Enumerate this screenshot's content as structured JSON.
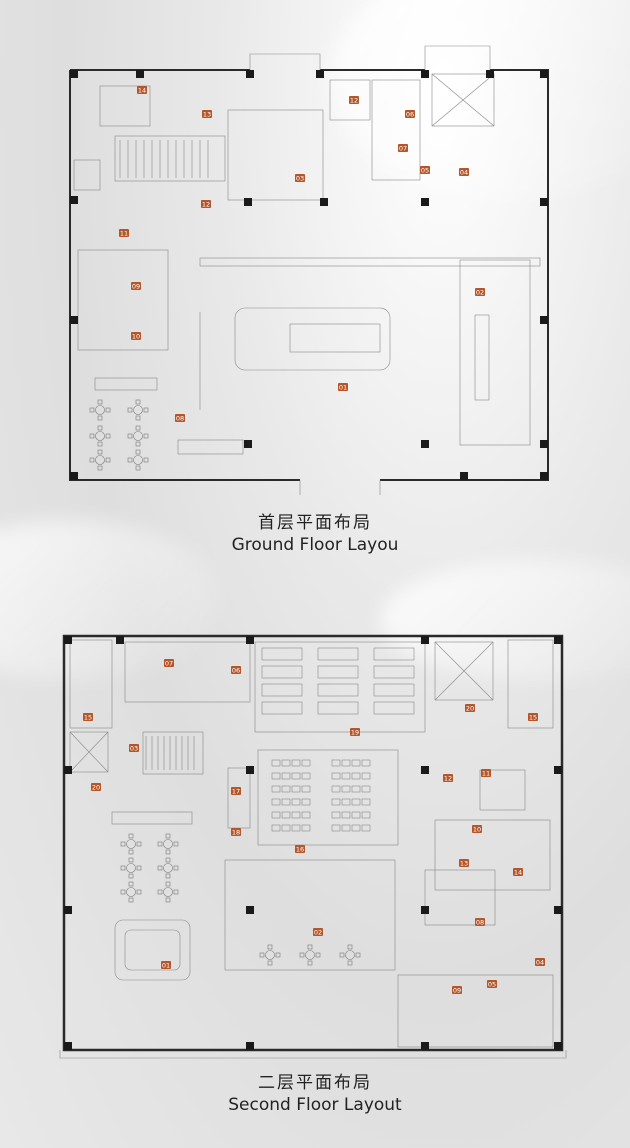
{
  "floors": [
    {
      "id": "ground",
      "title_cn": "首层平面布局",
      "title_en": "Ground Floor Layou",
      "zones": [
        "01",
        "02",
        "03",
        "04",
        "05",
        "06",
        "07",
        "08",
        "09",
        "10",
        "11",
        "12",
        "12",
        "13",
        "14"
      ]
    },
    {
      "id": "second",
      "title_cn": "二层平面布局",
      "title_en": "Second Floor Layout",
      "zones": [
        "01",
        "02",
        "03",
        "04",
        "05",
        "06",
        "07",
        "08",
        "09",
        "10",
        "11",
        "12",
        "13",
        "14",
        "15",
        "15",
        "16",
        "17",
        "18",
        "19",
        "20",
        "20"
      ]
    }
  ],
  "colors": {
    "badge": "#b5562a",
    "wall": "#2a2a2a",
    "line": "#777777"
  }
}
